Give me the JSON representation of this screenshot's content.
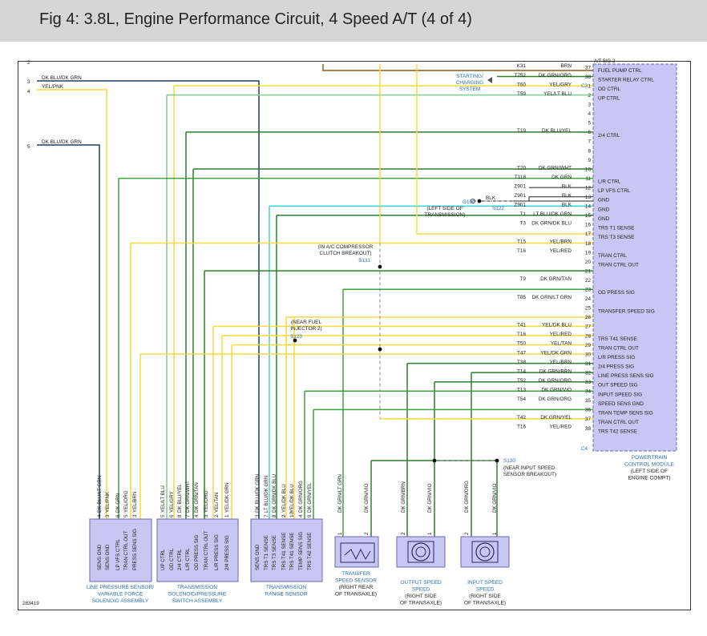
{
  "title": "Fig 4: 3.8L, Engine Performance Circuit, 4 Speed A/T (4 of 4)",
  "colors": {
    "yellow": "#f5dc3c",
    "dark_blue": "#1f3f66",
    "dark_green": "#2f7f2f",
    "mid_green": "#3aa33a",
    "lt_green": "#7ed18a",
    "cyan": "#48d0d8",
    "brown": "#8a5a1a",
    "module_fill": "#c8c6f2",
    "module_stroke": "#6a6ab0",
    "label_blue": "#2a6fb3"
  },
  "figure_id": "283419",
  "pcm": {
    "pins": [
      {
        "pin": "37",
        "circuit": "K31",
        "wire": "BRN",
        "function": "FUEL PUMP CTRL"
      },
      {
        "pin": "38",
        "circuit": "T752",
        "wire": "DK GRN/ORG",
        "function": "STARTER RELAY CTRL"
      },
      {
        "pin": "1",
        "circuit": "T60",
        "wire": "YEL/GRY",
        "function": "OD CTRL"
      },
      {
        "pin": "2",
        "circuit": "T59",
        "wire": "YEL/LT BLU",
        "function": "UP CTRL"
      },
      {
        "pin": "3",
        "circuit": "",
        "wire": "",
        "function": ""
      },
      {
        "pin": "4",
        "circuit": "",
        "wire": "",
        "function": ""
      },
      {
        "pin": "5",
        "circuit": "",
        "wire": "",
        "function": ""
      },
      {
        "pin": "6",
        "circuit": "T19",
        "wire": "DK BLU/YEL",
        "function": "2/4 CTRL"
      },
      {
        "pin": "7",
        "circuit": "",
        "wire": "",
        "function": ""
      },
      {
        "pin": "8",
        "circuit": "",
        "wire": "",
        "function": ""
      },
      {
        "pin": "9",
        "circuit": "",
        "wire": "",
        "function": ""
      },
      {
        "pin": "10",
        "circuit": "T20",
        "wire": "DK GRN/WHT",
        "function": ""
      },
      {
        "pin": "11",
        "circuit": "T118",
        "wire": "DK GRN",
        "function": "L/R CTRL"
      },
      {
        "pin": "12",
        "circuit": "Z901",
        "wire": "BLK",
        "function": "LP VFS CTRL"
      },
      {
        "pin": "13",
        "circuit": "Z901",
        "wire": "BLK",
        "function": "GND"
      },
      {
        "pin": "14",
        "circuit": "Z901",
        "wire": "BLK",
        "function": "GND"
      },
      {
        "pin": "15",
        "circuit": "T1",
        "wire": "LT BLU/DK GRN",
        "function": "GND"
      },
      {
        "pin": "16",
        "circuit": "T3",
        "wire": "DK GRN/DK BLU",
        "function": "TRS T1 SENSE"
      },
      {
        "pin": "17",
        "circuit": "",
        "wire": "",
        "function": "TRS T3 SENSE"
      },
      {
        "pin": "18",
        "circuit": "T15",
        "wire": "YEL/BRN",
        "function": ""
      },
      {
        "pin": "19",
        "circuit": "T16",
        "wire": "YEL/RED",
        "function": "TRAN CTRL"
      },
      {
        "pin": "20",
        "circuit": "",
        "wire": "",
        "function": "TRAN CTRL OUT"
      },
      {
        "pin": "21",
        "circuit": "",
        "wire": "",
        "function": ""
      },
      {
        "pin": "22",
        "circuit": "T9",
        "wire": "DK GRN/TAN",
        "function": ""
      },
      {
        "pin": "23",
        "circuit": "",
        "wire": "",
        "function": "OD PRESS SIG"
      },
      {
        "pin": "24",
        "circuit": "T85",
        "wire": "DK GRN/LT GRN",
        "function": ""
      },
      {
        "pin": "25",
        "circuit": "",
        "wire": "",
        "function": "TRANSFER SPEED SIG"
      },
      {
        "pin": "26",
        "circuit": "",
        "wire": "",
        "function": ""
      },
      {
        "pin": "27",
        "circuit": "T41",
        "wire": "YEL/DK BLU",
        "function": ""
      },
      {
        "pin": "28",
        "circuit": "T16",
        "wire": "YEL/RED",
        "function": "TRS T41 SENSE"
      },
      {
        "pin": "29",
        "circuit": "T50",
        "wire": "YEL/TAN",
        "function": "TRAN CTRL OUT"
      },
      {
        "pin": "30",
        "circuit": "T47",
        "wire": "YEL/DK GRN",
        "function": "L/R PRESS SIG"
      },
      {
        "pin": "31",
        "circuit": "T38",
        "wire": "YEL/BRN",
        "function": "2/4 PRESS SIG"
      },
      {
        "pin": "32",
        "circuit": "T14",
        "wire": "DK GRN/BRN",
        "function": "LINE PRESS SENS SIG"
      },
      {
        "pin": "33",
        "circuit": "T52",
        "wire": "DK GRN/ORG",
        "function": "OUT SPEED SIG"
      },
      {
        "pin": "34",
        "circuit": "T13",
        "wire": "DK GRN/VIO",
        "function": "INPUT SPEED SIG"
      },
      {
        "pin": "35",
        "circuit": "T54",
        "wire": "DK GRN/ORG",
        "function": "SPEED SENS GND"
      },
      {
        "pin": "36",
        "circuit": "",
        "wire": "",
        "function": "TRAN TEMP SENS SIG"
      },
      {
        "pin": "37",
        "circuit": "T42",
        "wire": "DK GRN/YEL",
        "function": ""
      },
      {
        "pin": "38",
        "circuit": "T16",
        "wire": "YEL/RED",
        "function": "TRS T42 SENSE"
      }
    ],
    "label_line1": "POWERTRAIN",
    "label_line2": "CONTROL MODULE",
    "label_line3": "(LEFT SIDE OF",
    "label_line4": "ENGINE COMPT)",
    "connector_c3": "C3",
    "connector_c4": "C4",
    "top_cut_text": "A/T SIG 2"
  },
  "pin_function_2": {
    "tran_ctrl_out_38": "TRAN CTRL OUT",
    "trs_t42_sense_37": "TRS T42 SENSE"
  },
  "left_wires": [
    {
      "num": "3",
      "wire": "DK BLU/DK GRN"
    },
    {
      "num": "4",
      "wire": "YEL/PNK"
    },
    {
      "num": "5",
      "wire": "DK BLU/DK GRN"
    },
    {
      "num": "2",
      "wire": ""
    }
  ],
  "starting_charging": {
    "line1": "STARTING/",
    "line2": "CHARGING",
    "line3": "SYSTEM"
  },
  "ground": {
    "id": "G100",
    "wire": "BLK",
    "splice": "S122",
    "note1": "(LEFT SIDE OF",
    "note2": "TRANSMISSION)"
  },
  "splices": {
    "s131": {
      "id": "S131",
      "note1": "(IN A/C COMPRESSOR",
      "note2": "CLUTCH BREAKOUT)"
    },
    "s123": {
      "id": "S123",
      "note1": "(NEAR FUEL",
      "note2": "INJECTOR 2)"
    },
    "s130": {
      "id": "S130",
      "note1": "(NEAR INPUT SPEED",
      "note2": "SENSOR BREAKOUT)"
    }
  },
  "components": {
    "line_pressure": {
      "pins": [
        {
          "num": "4",
          "wire": "DK BLU/LT GRN",
          "func": "SENS GND"
        },
        {
          "num": "3",
          "wire": "YEL/PNK",
          "func": "SENS GND"
        },
        {
          "num": "6",
          "wire": "DK GRN",
          "func": "LP VFS CTRL"
        },
        {
          "num": "5",
          "wire": "YEL/ORG",
          "func": "TRAN CTRL OUT"
        },
        {
          "num": "3",
          "wire": "YEL/BRN",
          "func": "PRESS SENS SIG"
        }
      ],
      "line1": "LINE PRESSURE SENSOR/",
      "line2": "VARIABLE FORCE",
      "line3": "SOLENOID ASSEMBLY"
    },
    "solenoid_switch": {
      "pins": [
        {
          "num": "5",
          "wire": "YEL/LT BLU",
          "func": "UP CTRL"
        },
        {
          "num": "6",
          "wire": "YEL/GRY",
          "func": "OD CTRL"
        },
        {
          "num": "8",
          "wire": "DK BLU/YEL",
          "func": "2/4 CTRL"
        },
        {
          "num": "7",
          "wire": "DK GRN/WHT",
          "func": "L/R CTRL"
        },
        {
          "num": "4",
          "wire": "DK GRN/TAN",
          "func": "OD PRESS SIG"
        },
        {
          "num": "3",
          "wire": "YEL/ORG",
          "func": "TRAN CTRL OUT"
        },
        {
          "num": "2",
          "wire": "YEL/TAN",
          "func": "L/R PRESS SIG"
        },
        {
          "num": "1",
          "wire": "YEL/DK GRN",
          "func": "2/4 PRESS SIG"
        }
      ],
      "line1": "TRANSMISSION",
      "line2": "SOLENOID/PRESSURE",
      "line3": "SWITCH ASSEMBLY"
    },
    "range_sensor": {
      "pins": [
        {
          "num": "3",
          "wire": "DK BLU/DK GRN",
          "func": "SENS GND"
        },
        {
          "num": "7",
          "wire": "LT BLU/DK GRN",
          "func": "TRS T1 SENSE"
        },
        {
          "num": "8",
          "wire": "DK GRN/DK BLU",
          "func": "TRS T3 SENSE"
        },
        {
          "num": "2",
          "wire": "YEL/DK BLU",
          "func": "TRS T41 SENSE"
        },
        {
          "num": "10",
          "wire": "YEL/DK BLU",
          "func": "TRS T41 SENSE"
        },
        {
          "num": "4",
          "wire": "DK GRN/ORG",
          "func": "TEMP SENS SIG"
        },
        {
          "num": "9",
          "wire": "DK GRN/YEL",
          "func": "TRS T42 SENSE"
        }
      ],
      "line1": "TRANSMISSION",
      "line2": "RANGE SENSOR"
    },
    "transfer_speed": {
      "pins": [
        {
          "num": "1",
          "wire": "DK GRN/LT GRN"
        },
        {
          "num": "2",
          "wire": "DK GRN/VIO"
        }
      ],
      "line1": "TRANSFER",
      "line2": "SPEED SENSOR",
      "line3": "(RIGHT REAR",
      "line4": "OF TRANSAXLE)"
    },
    "output_speed": {
      "pins": [
        {
          "num": "2",
          "wire": "DK GRN/BRN"
        },
        {
          "num": "1",
          "wire": "DK GRN/VIO"
        }
      ],
      "line1": "OUTPUT SPEED",
      "line2": "SPEED",
      "line3": "(RIGHT SIDE",
      "line4": "OF TRANSAXLE)"
    },
    "input_speed": {
      "pins": [
        {
          "num": "2",
          "wire": "DK GRN/ORG"
        },
        {
          "num": "1",
          "wire": "DK GRN/VIO"
        }
      ],
      "line1": "INPUT SPEED",
      "line2": "SPEED",
      "line3": "(RIGHT SIDE",
      "line4": "OF TRANSAXLE)"
    }
  }
}
